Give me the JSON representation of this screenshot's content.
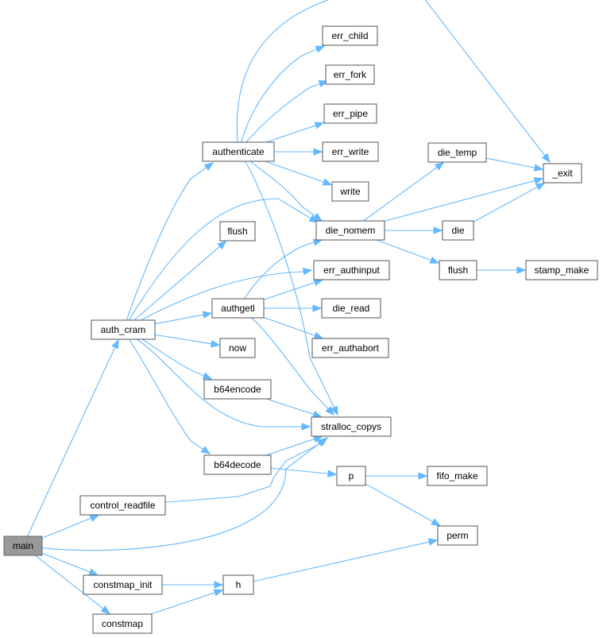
{
  "nodes": [
    {
      "id": "main",
      "label": "main",
      "root": true
    },
    {
      "id": "auth_cram",
      "label": "auth_cram"
    },
    {
      "id": "control_readfile",
      "label": "control_readfile"
    },
    {
      "id": "constmap_init",
      "label": "constmap_init"
    },
    {
      "id": "constmap",
      "label": "constmap"
    },
    {
      "id": "authenticate",
      "label": "authenticate"
    },
    {
      "id": "flush1",
      "label": "flush"
    },
    {
      "id": "authgetl",
      "label": "authgetl"
    },
    {
      "id": "now",
      "label": "now"
    },
    {
      "id": "b64encode",
      "label": "b64encode"
    },
    {
      "id": "b64decode",
      "label": "b64decode"
    },
    {
      "id": "h",
      "label": "h"
    },
    {
      "id": "err_child",
      "label": "err_child"
    },
    {
      "id": "err_fork",
      "label": "err_fork"
    },
    {
      "id": "err_pipe",
      "label": "err_pipe"
    },
    {
      "id": "err_write",
      "label": "err_write"
    },
    {
      "id": "write",
      "label": "write"
    },
    {
      "id": "die_nomem",
      "label": "die_nomem"
    },
    {
      "id": "err_authinput",
      "label": "err_authinput"
    },
    {
      "id": "die_read",
      "label": "die_read"
    },
    {
      "id": "err_authabort",
      "label": "err_authabort"
    },
    {
      "id": "stralloc_copys",
      "label": "stralloc_copys"
    },
    {
      "id": "p",
      "label": "p"
    },
    {
      "id": "die_temp",
      "label": "die_temp"
    },
    {
      "id": "die",
      "label": "die"
    },
    {
      "id": "flush2",
      "label": "flush"
    },
    {
      "id": "fifo_make",
      "label": "fifo_make"
    },
    {
      "id": "perm",
      "label": "perm"
    },
    {
      "id": "_exit",
      "label": "_exit"
    },
    {
      "id": "stamp_make",
      "label": "stamp_make"
    }
  ],
  "edges": [
    [
      "main",
      "auth_cram"
    ],
    [
      "main",
      "control_readfile"
    ],
    [
      "main",
      "stralloc_copys"
    ],
    [
      "main",
      "constmap_init"
    ],
    [
      "main",
      "constmap"
    ],
    [
      "auth_cram",
      "authenticate"
    ],
    [
      "auth_cram",
      "die_nomem"
    ],
    [
      "auth_cram",
      "flush1"
    ],
    [
      "auth_cram",
      "err_authinput"
    ],
    [
      "auth_cram",
      "authgetl"
    ],
    [
      "auth_cram",
      "now"
    ],
    [
      "auth_cram",
      "b64encode"
    ],
    [
      "auth_cram",
      "stralloc_copys"
    ],
    [
      "auth_cram",
      "b64decode"
    ],
    [
      "authenticate",
      "err_child"
    ],
    [
      "authenticate",
      "err_fork"
    ],
    [
      "authenticate",
      "err_pipe"
    ],
    [
      "authenticate",
      "err_write"
    ],
    [
      "authenticate",
      "write"
    ],
    [
      "authenticate",
      "die_nomem"
    ],
    [
      "authenticate",
      "stralloc_copys"
    ],
    [
      "authenticate",
      "_exit"
    ],
    [
      "authgetl",
      "die_nomem"
    ],
    [
      "authgetl",
      "err_authinput"
    ],
    [
      "authgetl",
      "die_read"
    ],
    [
      "authgetl",
      "err_authabort"
    ],
    [
      "authgetl",
      "stralloc_copys"
    ],
    [
      "die_nomem",
      "die_temp"
    ],
    [
      "die_nomem",
      "_exit"
    ],
    [
      "die_nomem",
      "die"
    ],
    [
      "die_nomem",
      "flush2"
    ],
    [
      "die_temp",
      "_exit"
    ],
    [
      "die",
      "_exit"
    ],
    [
      "flush2",
      "stamp_make"
    ],
    [
      "b64encode",
      "stralloc_copys"
    ],
    [
      "b64decode",
      "stralloc_copys"
    ],
    [
      "b64decode",
      "p"
    ],
    [
      "control_readfile",
      "stralloc_copys"
    ],
    [
      "p",
      "fifo_make"
    ],
    [
      "p",
      "perm"
    ],
    [
      "constmap_init",
      "h"
    ],
    [
      "constmap",
      "h"
    ],
    [
      "h",
      "perm"
    ]
  ]
}
